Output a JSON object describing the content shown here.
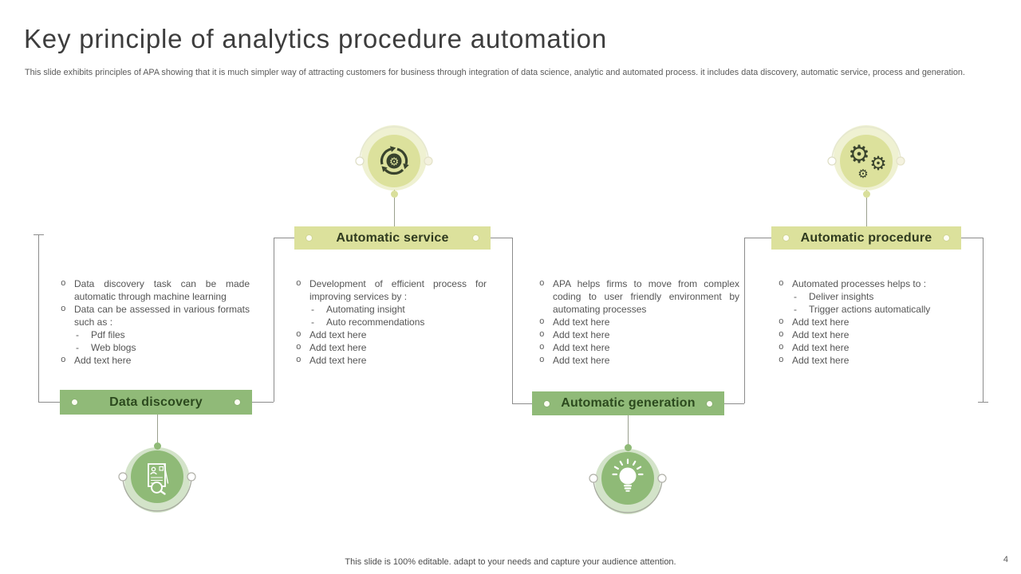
{
  "slide": {
    "title": "Key principle of analytics procedure automation",
    "description": "This slide exhibits principles of APA  showing that it is much simpler way of attracting customers for business through integration of data science, analytic and automated process. it includes data discovery, automatic service, process and generation.",
    "footer": "This slide is 100% editable. adapt to your needs and capture your audience attention.",
    "page_number": "4"
  },
  "colors": {
    "light_green_accent": "#dce19c",
    "medium_green_accent": "#90ba78",
    "label_text_dark": "#2f3a1f",
    "connector_gray": "#8c8c8c",
    "body_text": "#555555",
    "icon_glyph_dark": "#39432d"
  },
  "sections": [
    {
      "label": "Data discovery",
      "icon": "document-search-icon",
      "bullets": [
        {
          "level": 1,
          "text": "Data discovery task can be made automatic through  machine learning"
        },
        {
          "level": 1,
          "text": "Data can be assessed in various formats  such  as :"
        },
        {
          "level": 2,
          "text": "Pdf files"
        },
        {
          "level": 2,
          "text": "Web blogs"
        },
        {
          "level": 1,
          "text": "Add text here"
        }
      ]
    },
    {
      "label": "Automatic service",
      "icon": "circular-arrows-gear-icon",
      "bullets": [
        {
          "level": 1,
          "text": "Development  of efficient  process for improving  services  by :"
        },
        {
          "level": 2,
          "text": "Automating insight"
        },
        {
          "level": 2,
          "text": "Auto recommendations"
        },
        {
          "level": 1,
          "text": "Add text here"
        },
        {
          "level": 1,
          "text": "Add text here"
        },
        {
          "level": 1,
          "text": "Add text here"
        }
      ]
    },
    {
      "label": "Automatic generation",
      "icon": "lightbulb-icon",
      "bullets": [
        {
          "level": 1,
          "text": "APA helps firms  to move  from complex coding  to user  friendly environment   by automating  processes"
        },
        {
          "level": 1,
          "text": "Add text here"
        },
        {
          "level": 1,
          "text": "Add text here"
        },
        {
          "level": 1,
          "text": "Add text here"
        },
        {
          "level": 1,
          "text": "Add text here"
        }
      ]
    },
    {
      "label": "Automatic procedure",
      "icon": "gears-icon",
      "bullets": [
        {
          "level": 1,
          "text": "Automated  processes  helps  to :"
        },
        {
          "level": 2,
          "text": "Deliver  insights"
        },
        {
          "level": 2,
          "text": "Trigger  actions  automatically"
        },
        {
          "level": 1,
          "text": "Add text here"
        },
        {
          "level": 1,
          "text": "Add text here"
        },
        {
          "level": 1,
          "text": "Add text here"
        },
        {
          "level": 1,
          "text": "Add text here"
        }
      ]
    }
  ]
}
